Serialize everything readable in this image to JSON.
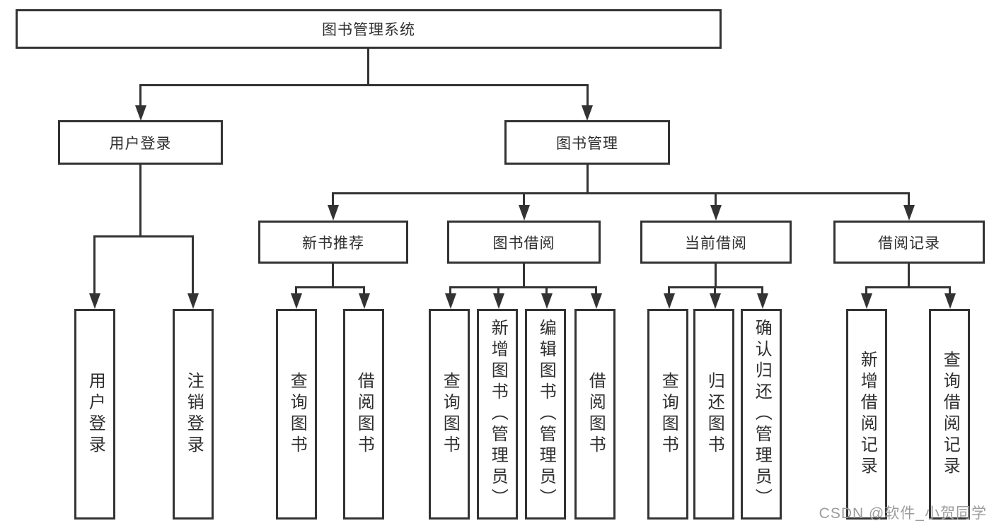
{
  "colors": {
    "line": "#333333",
    "text": "#2e2e2e",
    "watermark": "#9c9c9c",
    "background": "#ffffff"
  },
  "watermark": {
    "text": "CSDN @软件_小贺同学"
  },
  "tree": {
    "root": {
      "label": "图书管理系统",
      "children": [
        {
          "label": "用户登录",
          "children": [
            {
              "label": "用户登录"
            },
            {
              "label": "注销登录"
            }
          ]
        },
        {
          "label": "图书管理",
          "children": [
            {
              "label": "新书推荐",
              "children": [
                {
                  "label": "查询图书"
                },
                {
                  "label": "借阅图书"
                }
              ]
            },
            {
              "label": "图书借阅",
              "children": [
                {
                  "label": "查询图书"
                },
                {
                  "label": "新增图书（管理员）"
                },
                {
                  "label": "编辑图书（管理员）"
                },
                {
                  "label": "借阅图书"
                }
              ]
            },
            {
              "label": "当前借阅",
              "children": [
                {
                  "label": "查询图书"
                },
                {
                  "label": "归还图书"
                },
                {
                  "label": "确认归还（管理员）"
                }
              ]
            },
            {
              "label": "借阅记录",
              "children": [
                {
                  "label": "新增借阅记录"
                },
                {
                  "label": "查询借阅记录"
                }
              ]
            }
          ]
        }
      ]
    }
  }
}
